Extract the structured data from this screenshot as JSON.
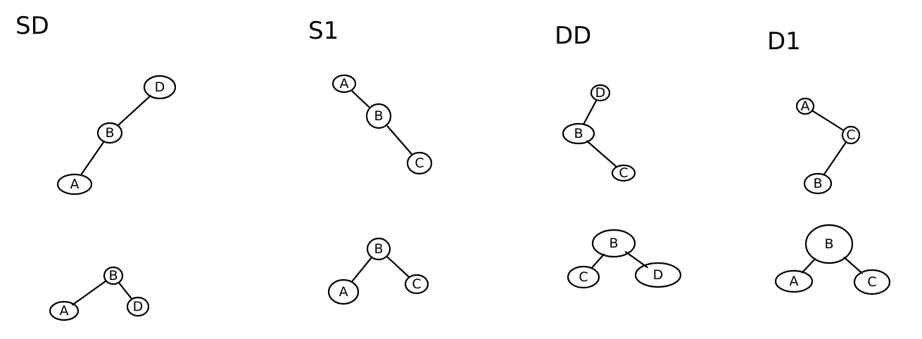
{
  "panels": [
    {
      "title": "SD",
      "trees": [
        {
          "nodes": [
            "D",
            "B",
            "A"
          ],
          "edges": [
            [
              "D",
              "B"
            ],
            [
              "B",
              "A"
            ]
          ]
        },
        {
          "nodes": [
            "B",
            "A",
            "D"
          ],
          "edges": [
            [
              "B",
              "A"
            ],
            [
              "B",
              "D"
            ]
          ]
        }
      ]
    },
    {
      "title": "S1",
      "trees": [
        {
          "nodes": [
            "A",
            "B",
            "C"
          ],
          "edges": [
            [
              "A",
              "B"
            ],
            [
              "B",
              "C"
            ]
          ]
        },
        {
          "nodes": [
            "B",
            "A",
            "C"
          ],
          "edges": [
            [
              "B",
              "A"
            ],
            [
              "B",
              "C"
            ]
          ]
        }
      ]
    },
    {
      "title": "DD",
      "trees": [
        {
          "nodes": [
            "D",
            "B",
            "C"
          ],
          "edges": [
            [
              "D",
              "B"
            ],
            [
              "B",
              "C"
            ]
          ]
        },
        {
          "nodes": [
            "B",
            "C",
            "D"
          ],
          "edges": [
            [
              "B",
              "C"
            ],
            [
              "B",
              "D"
            ]
          ]
        }
      ]
    },
    {
      "title": "D1",
      "trees": [
        {
          "nodes": [
            "A",
            "C",
            "B"
          ],
          "edges": [
            [
              "A",
              "C"
            ],
            [
              "C",
              "B"
            ]
          ]
        },
        {
          "nodes": [
            "B",
            "A",
            "C"
          ],
          "edges": [
            [
              "B",
              "A"
            ],
            [
              "B",
              "C"
            ]
          ]
        }
      ]
    }
  ],
  "colors": {
    "ink": "#000000",
    "background": "#ffffff"
  }
}
